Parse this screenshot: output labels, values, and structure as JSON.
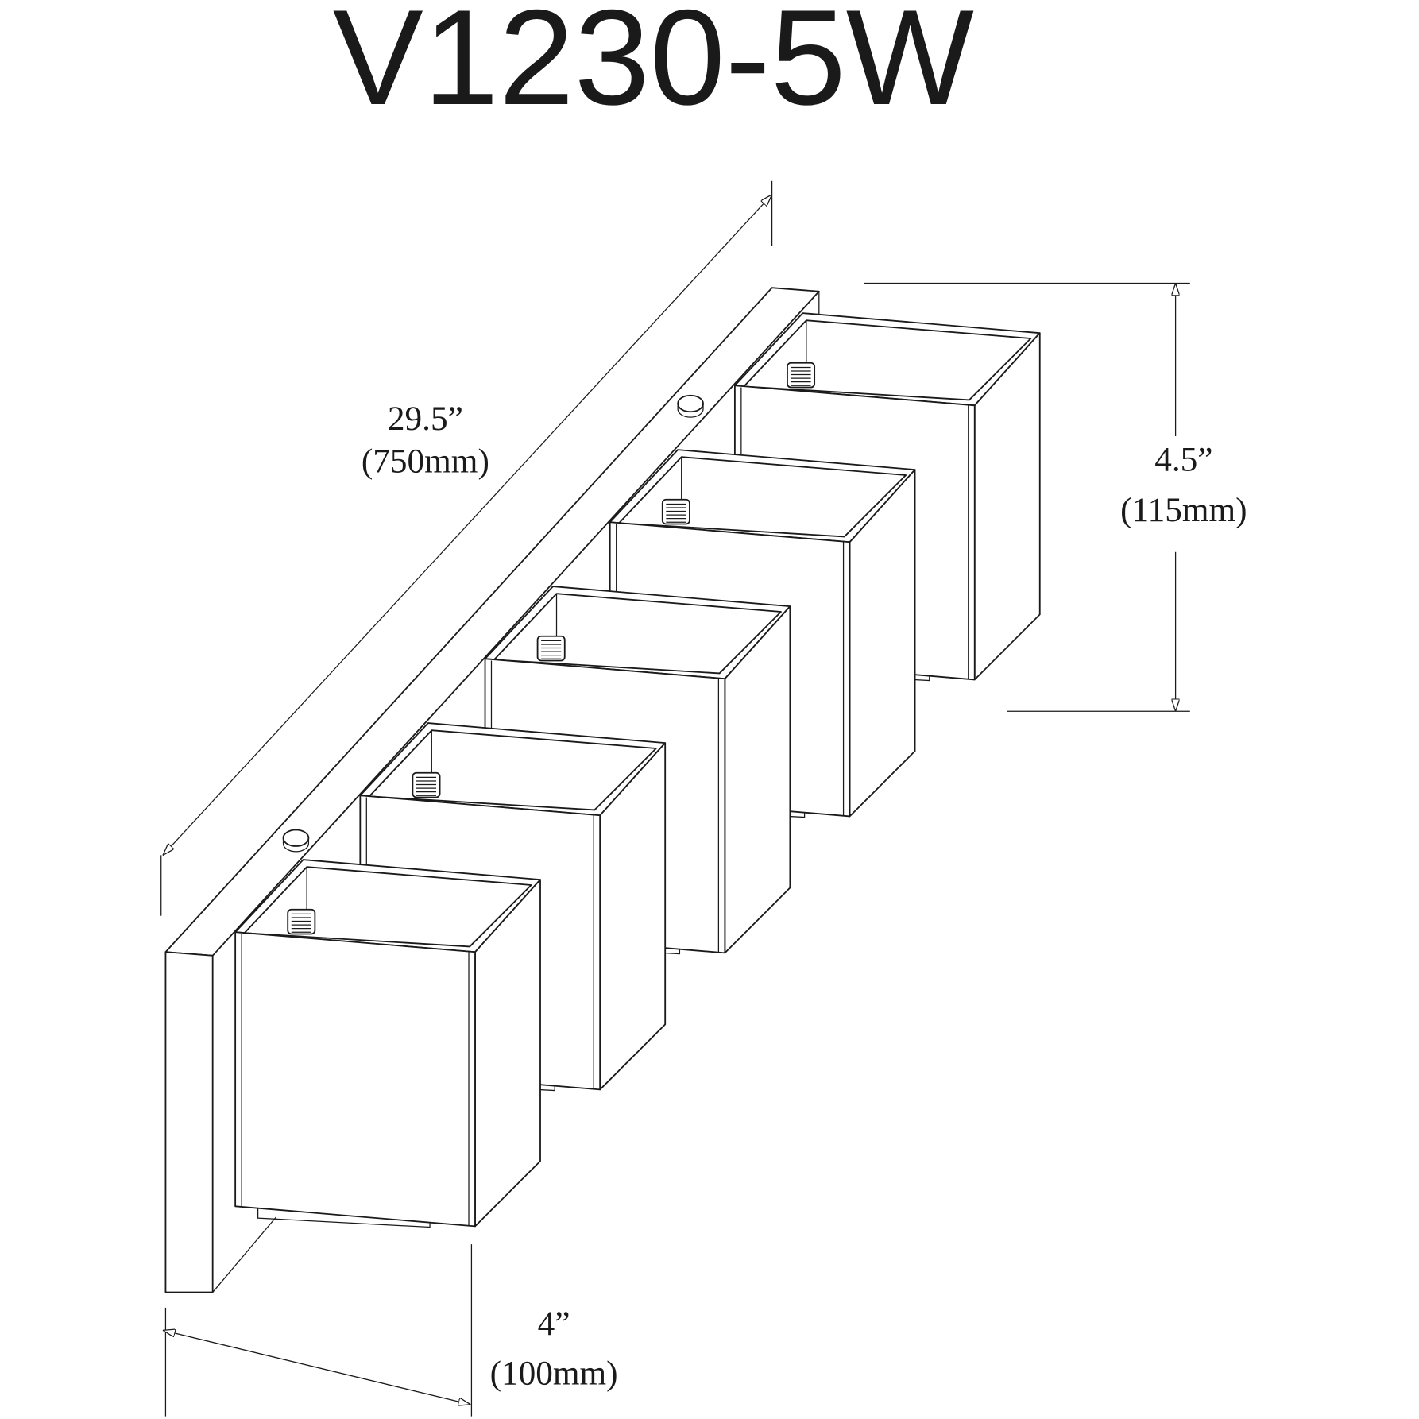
{
  "title": "V1230-5W",
  "fixture": {
    "shade_count": 5,
    "line_color": "#1a1a1a",
    "background": "#ffffff"
  },
  "dimensions": {
    "length": {
      "imperial": "29.5”",
      "metric": "(750mm)"
    },
    "height": {
      "imperial": "4.5”",
      "metric": "(115mm)"
    },
    "depth": {
      "imperial": "4”",
      "metric": "(100mm)"
    }
  }
}
